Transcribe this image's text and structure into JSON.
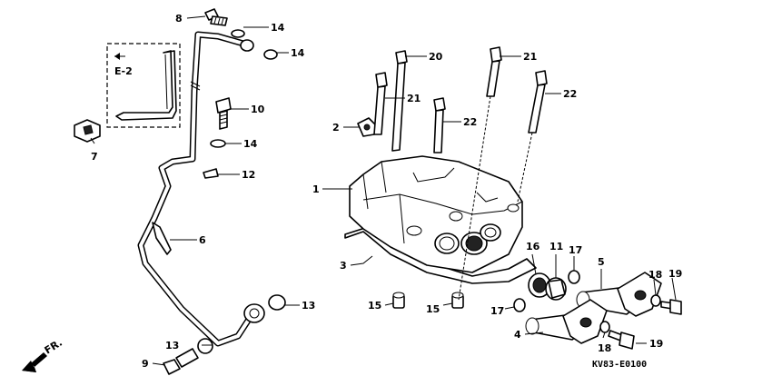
{
  "diagram": {
    "inset_ref": "E-2",
    "front_label": "FR.",
    "drawing_code": "KV83-E0100",
    "callouts": [
      "1",
      "2",
      "3",
      "4",
      "5",
      "6",
      "7",
      "8",
      "9",
      "10",
      "11",
      "12",
      "13",
      "14",
      "15",
      "16",
      "17",
      "18",
      "19",
      "20",
      "21",
      "22"
    ]
  }
}
